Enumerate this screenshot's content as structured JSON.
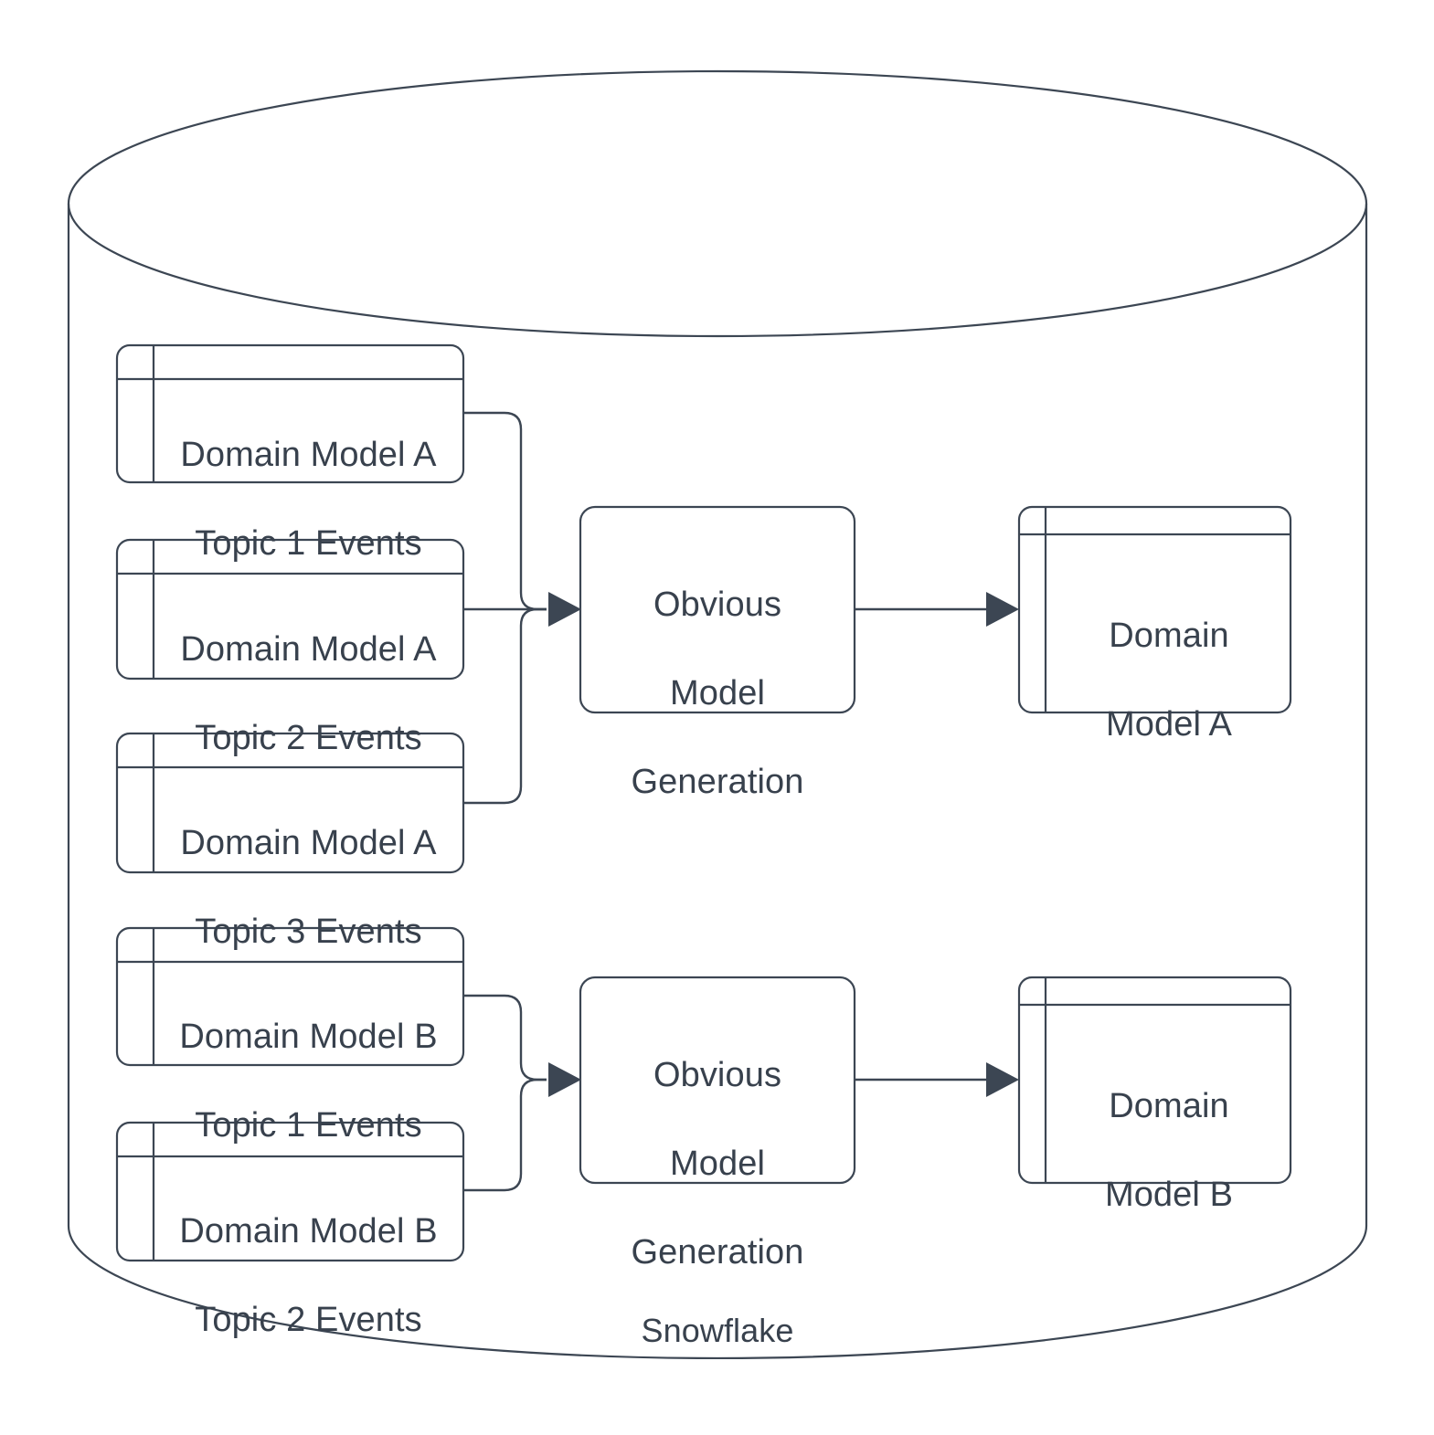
{
  "diagram": {
    "title_label": "Snowflake",
    "colors": {
      "stroke": "#3c4653",
      "text": "#38414d",
      "background": "#ffffff"
    },
    "container": {
      "name": "snowflake-cylinder",
      "shape": "cylinder",
      "label": "Snowflake"
    },
    "groups": [
      {
        "id": "group-a",
        "sources": [
          {
            "id": "a-topic-1",
            "line1": "Domain Model A",
            "line2": "Topic 1 Events"
          },
          {
            "id": "a-topic-2",
            "line1": "Domain Model A",
            "line2": "Topic 2 Events"
          },
          {
            "id": "a-topic-3",
            "line1": "Domain Model A",
            "line2": "Topic 3 Events"
          }
        ],
        "process": {
          "id": "proc-a",
          "line1": "Obvious",
          "line2": "Model",
          "line3": "Generation"
        },
        "output": {
          "id": "model-a",
          "line1": "Domain",
          "line2": "Model A"
        }
      },
      {
        "id": "group-b",
        "sources": [
          {
            "id": "b-topic-1",
            "line1": "Domain Model B",
            "line2": "Topic 1 Events"
          },
          {
            "id": "b-topic-2",
            "line1": "Domain Model B",
            "line2": "Topic 2 Events"
          }
        ],
        "process": {
          "id": "proc-b",
          "line1": "Obvious",
          "line2": "Model",
          "line3": "Generation"
        },
        "output": {
          "id": "model-b",
          "line1": "Domain",
          "line2": "Model B"
        }
      }
    ]
  }
}
